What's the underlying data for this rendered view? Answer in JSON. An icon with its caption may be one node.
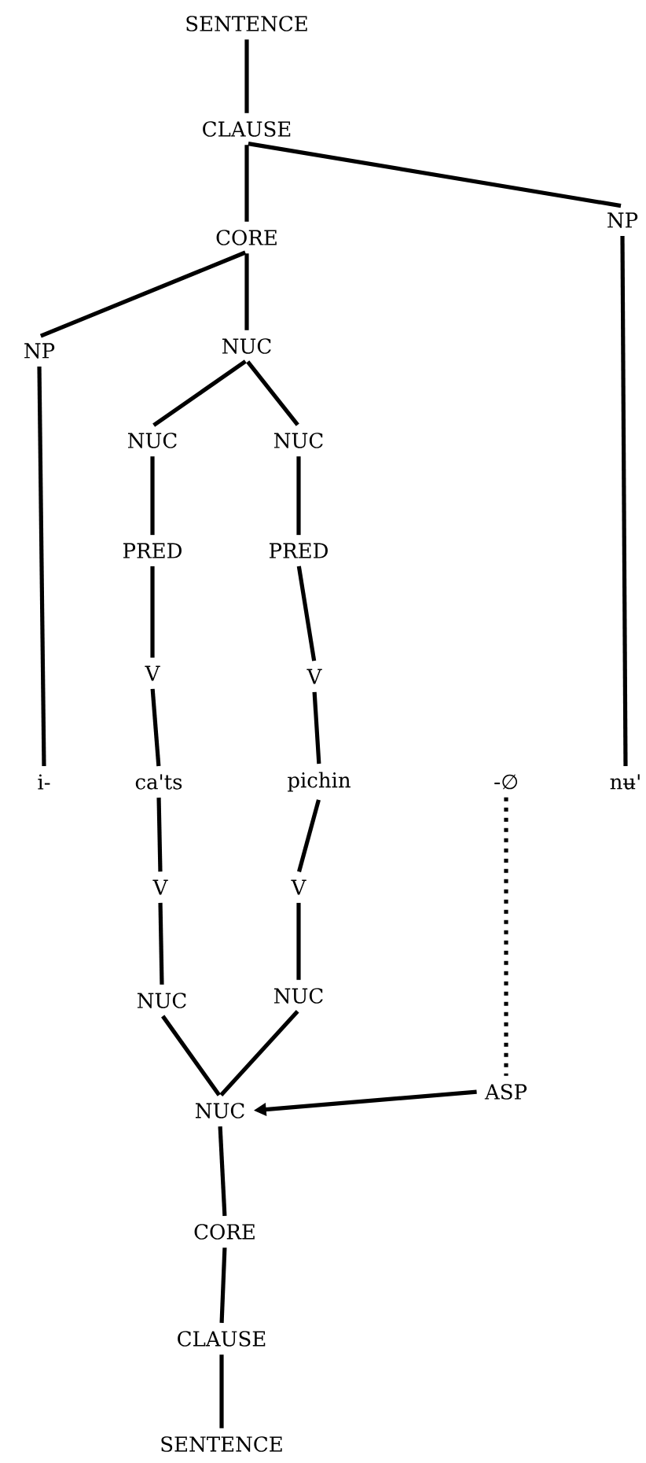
{
  "diagram": {
    "nodes": [
      {
        "text": [
          "SENTENCE"
        ]
      },
      {
        "text": [
          "CLAUSE"
        ]
      },
      {
        "text": [
          "CORE"
        ]
      },
      {
        "text": [
          "NP"
        ]
      },
      {
        "text": [
          "NP"
        ]
      },
      {
        "text": [
          "NUC"
        ]
      },
      {
        "text": [
          "NUC"
        ]
      },
      {
        "text": [
          "NUC"
        ]
      },
      {
        "text": [
          "PRED"
        ]
      },
      {
        "text": [
          "PRED"
        ]
      },
      {
        "text": [
          "V"
        ]
      },
      {
        "text": [
          "V"
        ]
      },
      {
        "text": [
          "i-"
        ]
      },
      {
        "text": [
          "ca'ts"
        ]
      },
      {
        "text": [
          "pichin"
        ]
      },
      {
        "text": [
          "-∅"
        ]
      },
      {
        "text": [
          "nʉ'"
        ]
      },
      {
        "text": [
          "V"
        ]
      },
      {
        "text": [
          "V"
        ]
      },
      {
        "text": [
          "NUC"
        ]
      },
      {
        "text": [
          "NUC"
        ]
      },
      {
        "text": [
          "NUC"
        ]
      },
      {
        "text": [
          "ASP"
        ]
      },
      {
        "text": [
          "CORE"
        ]
      },
      {
        "text": [
          "CLAUSE"
        ]
      },
      {
        "text": [
          "SENTENCE"
        ]
      }
    ],
    "edges": [
      {
        "from": 0,
        "to": 1,
        "arrow": "none"
      },
      {
        "from": 1,
        "to": 2,
        "arrow": "none"
      },
      {
        "from": 1,
        "to": 3,
        "arrow": "none"
      },
      {
        "from": 2,
        "to": 4,
        "arrow": "none"
      },
      {
        "from": 2,
        "to": 5,
        "arrow": "none"
      },
      {
        "from": 5,
        "to": 6,
        "arrow": "none"
      },
      {
        "from": 5,
        "to": 7,
        "arrow": "none"
      },
      {
        "from": 6,
        "to": 8,
        "arrow": "none"
      },
      {
        "from": 7,
        "to": 9,
        "arrow": "none"
      },
      {
        "from": 8,
        "to": 10,
        "arrow": "none"
      },
      {
        "from": 9,
        "to": 11,
        "arrow": "none"
      },
      {
        "from": 4,
        "to": 12,
        "arrow": "none"
      },
      {
        "from": 10,
        "to": 13,
        "arrow": "none"
      },
      {
        "from": 11,
        "to": 14,
        "arrow": "none"
      },
      {
        "from": 3,
        "to": 16,
        "arrow": "none"
      },
      {
        "from": 13,
        "to": 17,
        "arrow": "none"
      },
      {
        "from": 14,
        "to": 18,
        "arrow": "none"
      },
      {
        "from": 17,
        "to": 19,
        "arrow": "none"
      },
      {
        "from": 18,
        "to": 20,
        "arrow": "none"
      },
      {
        "from": 19,
        "to": 21,
        "arrow": "none"
      },
      {
        "from": 20,
        "to": 21,
        "arrow": "none"
      },
      {
        "from": 15,
        "to": 22,
        "arrow": "none",
        "style": "dashed"
      },
      {
        "from": 22,
        "to": 21,
        "arrow": "to"
      },
      {
        "from": 21,
        "to": 23,
        "arrow": "none"
      },
      {
        "from": 23,
        "to": 24,
        "arrow": "none"
      },
      {
        "from": 24,
        "to": 25,
        "arrow": "none"
      }
    ]
  }
}
